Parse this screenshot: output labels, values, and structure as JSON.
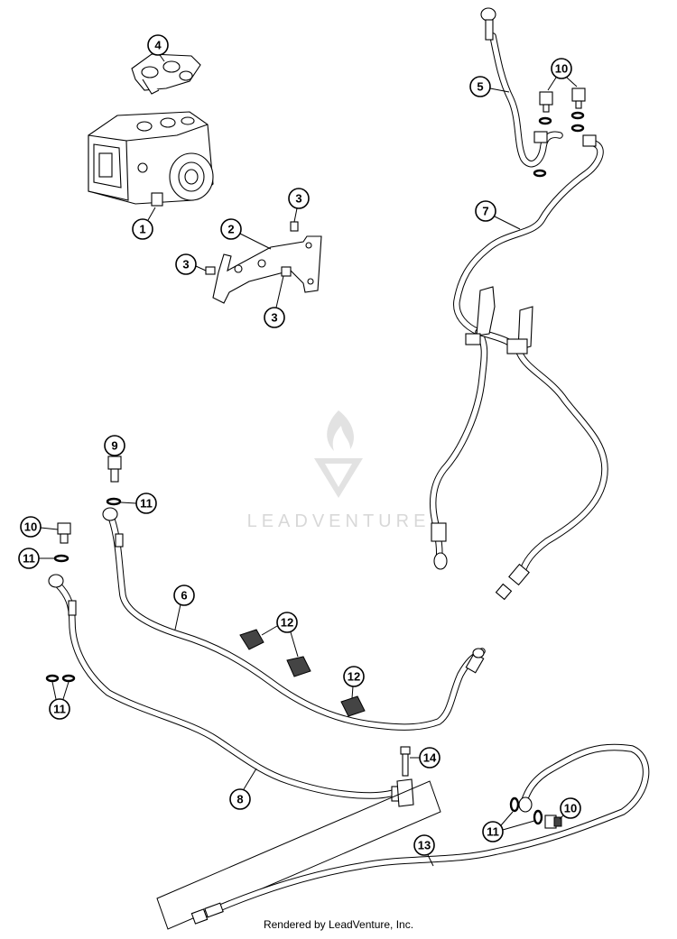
{
  "watermark": {
    "text": "LEADVENTURE"
  },
  "footer": {
    "text": "Rendered by LeadVenture, Inc."
  },
  "callouts": {
    "c1": "1",
    "c2": "2",
    "c3a": "3",
    "c3b": "3",
    "c3c": "3",
    "c4": "4",
    "c5": "5",
    "c6": "6",
    "c7": "7",
    "c8": "8",
    "c9": "9",
    "c10a": "10",
    "c10b": "10",
    "c10c": "10",
    "c11a": "11",
    "c11b": "11",
    "c11c": "11",
    "c11d": "11",
    "c12a": "12",
    "c12b": "12",
    "c13": "13",
    "c14": "14"
  }
}
